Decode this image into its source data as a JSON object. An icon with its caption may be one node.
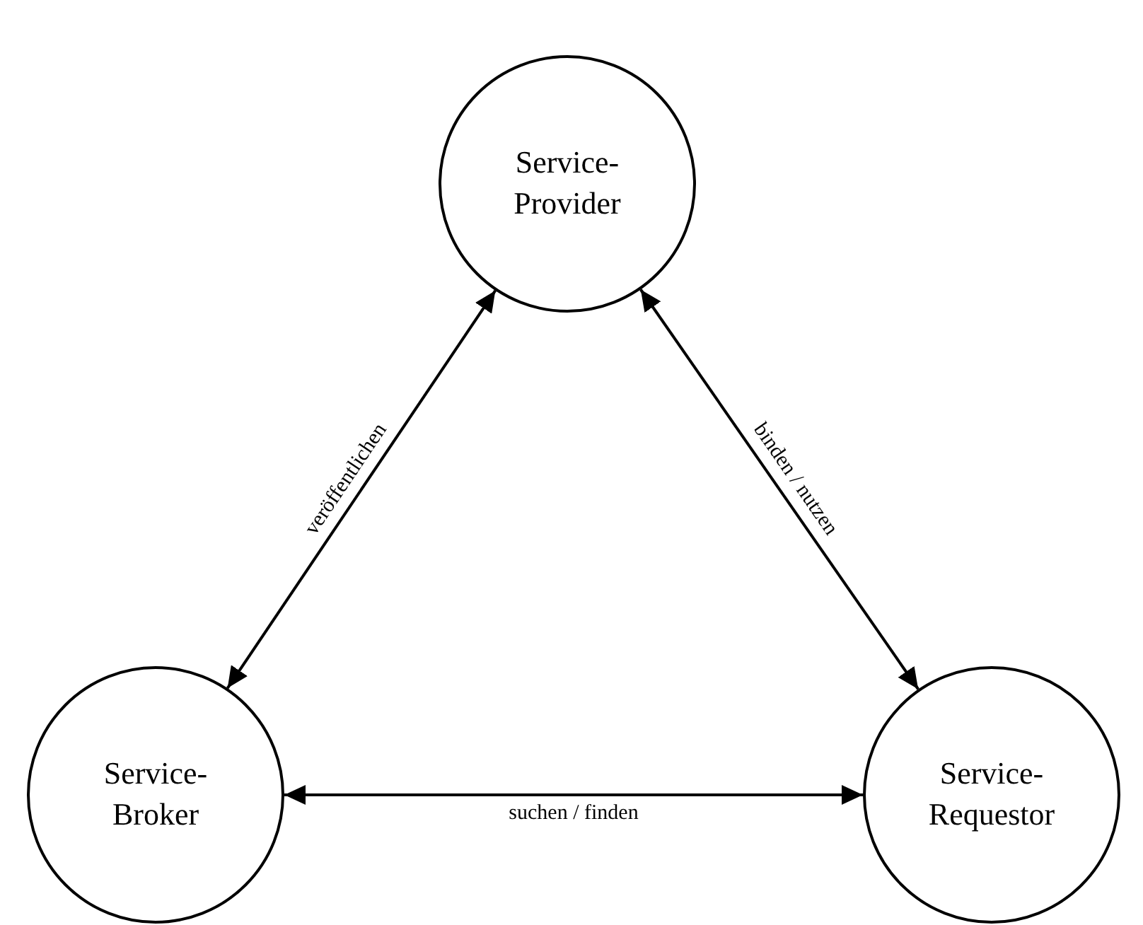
{
  "diagram": {
    "nodes": [
      {
        "text": [
          "Service- Provider"
        ]
      },
      {
        "text": [
          "Service- Broker"
        ]
      },
      {
        "text": [
          "Service- Requestor"
        ]
      }
    ],
    "edges": [
      {
        "from": 0,
        "to": 1,
        "arrow": "both",
        "label": "veröffentlichen"
      },
      {
        "from": 0,
        "to": 2,
        "arrow": "both",
        "label": "binden / nutzen"
      },
      {
        "from": 1,
        "to": 2,
        "arrow": "both",
        "label": "suchen / finden"
      }
    ]
  }
}
